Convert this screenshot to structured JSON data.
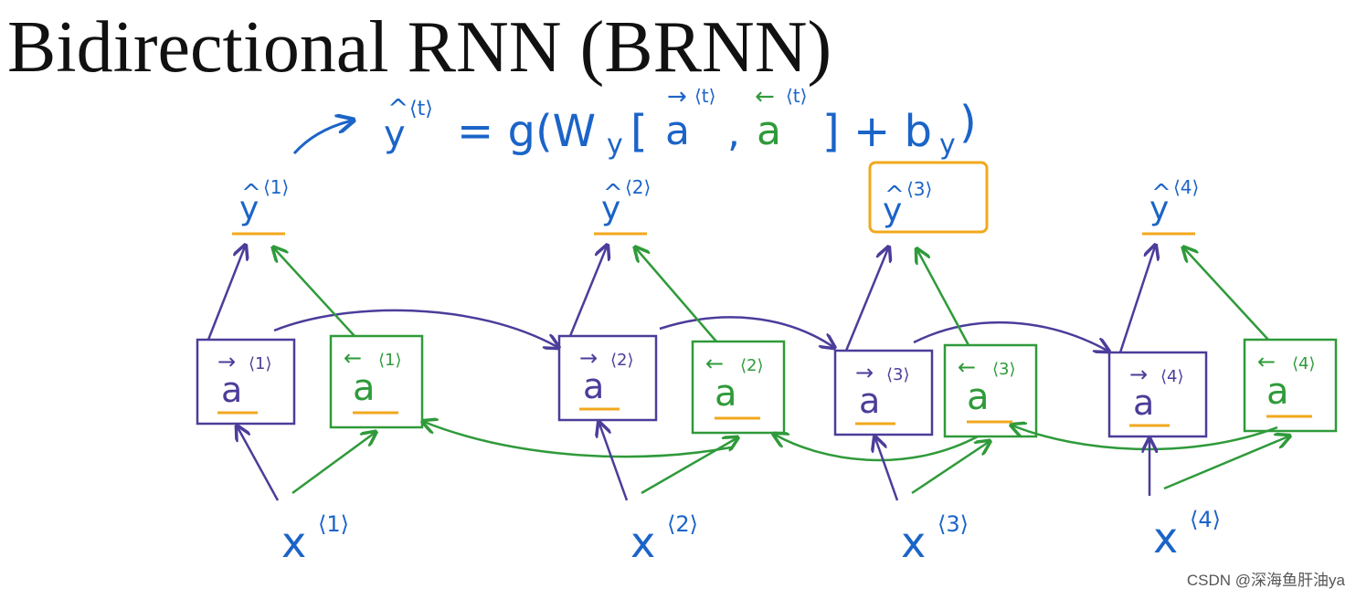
{
  "title": "Bidirectional RNN (BRNN)",
  "watermark": "CSDN @深海鱼肝油ya",
  "colors": {
    "forward": "#4b3d9a",
    "backward": "#2f9a3a",
    "label_blue": "#1b64c8",
    "underline": "#f2a81d",
    "highlight_box": "#f2a81d",
    "text": "#111111"
  },
  "formula": {
    "y": "y",
    "hat": "^",
    "t_sup": "⟨t⟩",
    "eq": "= g(W",
    "wsub": "y",
    "open": "[",
    "a": "a",
    "comma": ",",
    "close": "] + b",
    "bsub": "y",
    "paren_close": ")",
    "fwd_arrow": "→",
    "bwd_arrow": "←"
  },
  "timesteps": [
    {
      "x_label": "x",
      "sup": "⟨1⟩",
      "y_label": "y",
      "y_sup": "⟨1⟩",
      "a_fwd": "a",
      "a_fwd_sup": "⟨1⟩",
      "a_bwd": "a",
      "a_bwd_sup": "⟨1⟩",
      "highlighted": false
    },
    {
      "x_label": "x",
      "sup": "⟨2⟩",
      "y_label": "y",
      "y_sup": "⟨2⟩",
      "a_fwd": "a",
      "a_fwd_sup": "⟨2⟩",
      "a_bwd": "a",
      "a_bwd_sup": "⟨2⟩",
      "highlighted": false
    },
    {
      "x_label": "x",
      "sup": "⟨3⟩",
      "y_label": "y",
      "y_sup": "⟨3⟩",
      "a_fwd": "a",
      "a_fwd_sup": "⟨3⟩",
      "a_bwd": "a",
      "a_bwd_sup": "⟨3⟩",
      "highlighted": true
    },
    {
      "x_label": "x",
      "sup": "⟨4⟩",
      "y_label": "y",
      "y_sup": "⟨4⟩",
      "a_fwd": "a",
      "a_fwd_sup": "⟨4⟩",
      "a_bwd": "a",
      "a_bwd_sup": "⟨4⟩",
      "highlighted": false
    }
  ]
}
